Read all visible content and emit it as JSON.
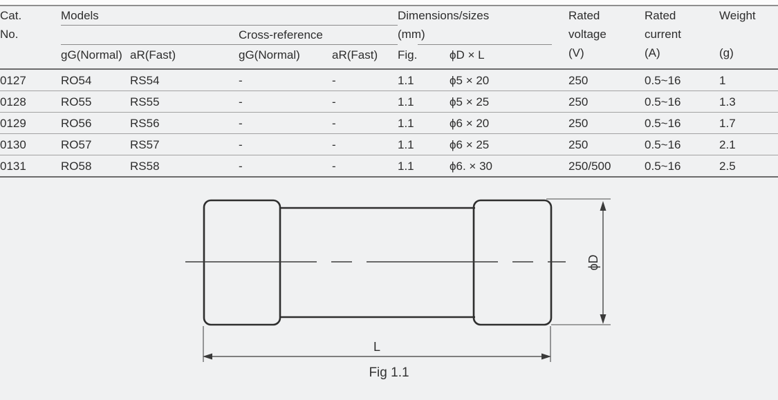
{
  "table": {
    "headers": {
      "cat_line1": "Cat.",
      "cat_line2": "No.",
      "models": "Models",
      "cross_reference": "Cross-reference",
      "col_gg_model": "gG(Normal)",
      "col_ar_model": "aR(Fast)",
      "col_gg_cross": "gG(Normal)",
      "col_ar_cross": "aR(Fast)",
      "dimensions_line1": "Dimensions/sizes",
      "dimensions_line2": "(mm)",
      "col_fig": "Fig.",
      "col_dxl": "ϕD × L",
      "voltage_line1": "Rated",
      "voltage_line2": "voltage",
      "voltage_line3": "(V)",
      "current_line1": "Rated",
      "current_line2": "current",
      "current_line3": "(A)",
      "weight_line1": "Weight",
      "weight_line3": "(g)"
    },
    "rows": [
      {
        "cat_no": "0127",
        "model_gg": "RO54",
        "model_ar": "RS54",
        "cross_gg": "-",
        "cross_ar": "-",
        "fig": "1.1",
        "size": "ϕ5 × 20",
        "voltage": "250",
        "current": "0.5~16",
        "weight": "1"
      },
      {
        "cat_no": "0128",
        "model_gg": "RO55",
        "model_ar": "RS55",
        "cross_gg": "-",
        "cross_ar": "-",
        "fig": "1.1",
        "size": "ϕ5 × 25",
        "voltage": "250",
        "current": "0.5~16",
        "weight": "1.3"
      },
      {
        "cat_no": "0129",
        "model_gg": "RO56",
        "model_ar": "RS56",
        "cross_gg": "-",
        "cross_ar": "-",
        "fig": "1.1",
        "size": "ϕ6 × 20",
        "voltage": "250",
        "current": "0.5~16",
        "weight": "1.7"
      },
      {
        "cat_no": "0130",
        "model_gg": "RO57",
        "model_ar": "RS57",
        "cross_gg": "-",
        "cross_ar": "-",
        "fig": "1.1",
        "size": "ϕ6 × 25",
        "voltage": "250",
        "current": "0.5~16",
        "weight": "2.1"
      },
      {
        "cat_no": "0131",
        "model_gg": "RO58",
        "model_ar": "RS58",
        "cross_gg": "-",
        "cross_ar": "-",
        "fig": "1.1",
        "size": "ϕ6. × 30",
        "voltage": "250/500",
        "current": "0.5~16",
        "weight": "2.5"
      }
    ]
  },
  "figure": {
    "diameter_label": "ϕD",
    "length_label": "L",
    "caption": "Fig 1.1"
  }
}
